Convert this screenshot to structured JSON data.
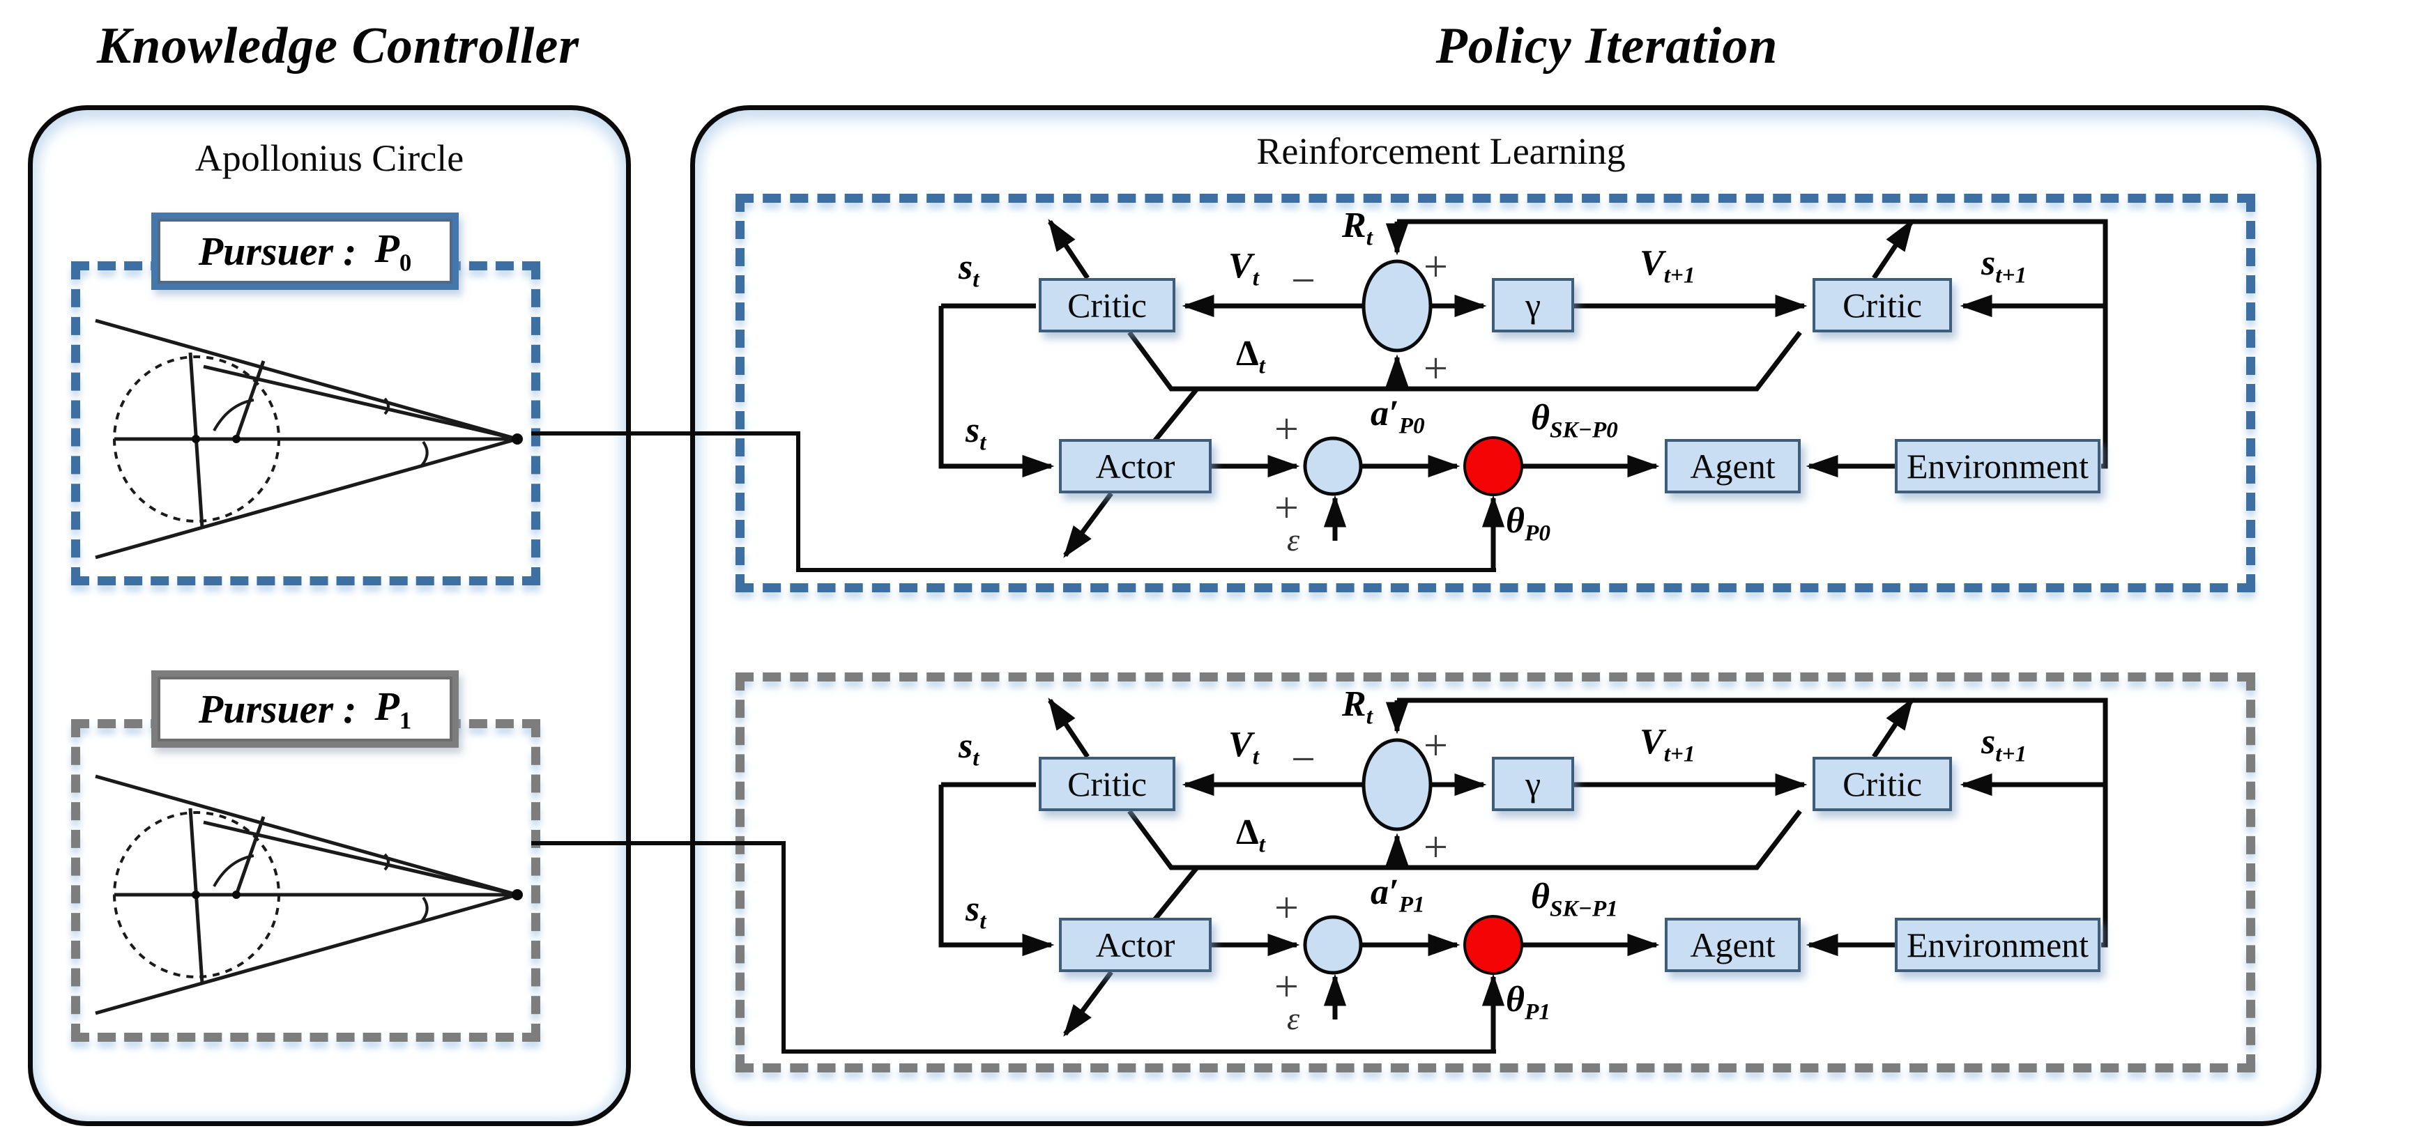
{
  "titles": {
    "left": "Knowledge Controller",
    "right": "Policy Iteration"
  },
  "glyphs": {
    "plus": "+",
    "minus": "−"
  },
  "knowledge_controller": {
    "header": "Apollonius Circle",
    "pursuers": [
      {
        "word": "Pursuer",
        "colon": ":",
        "symbol_base": "P",
        "symbol_sub": "0",
        "accent": "#4478ad"
      },
      {
        "word": "Pursuer",
        "colon": ":",
        "symbol_base": "P",
        "symbol_sub": "1",
        "accent": "#7d7d7d"
      }
    ]
  },
  "policy_iteration": {
    "header": "Reinforcement Learning",
    "diagrams": [
      {
        "accent": "#3e6fa3",
        "boxes": {
          "critic_left": "Critic",
          "gamma": "γ",
          "critic_right": "Critic",
          "actor": "Actor",
          "agent": "Agent",
          "environment": "Environment"
        },
        "labels": {
          "s_t": {
            "base": "s",
            "sub": "t"
          },
          "v_t": {
            "base": "V",
            "sub": "t"
          },
          "r_t": {
            "base": "R",
            "sub": "t"
          },
          "v_t_plus": {
            "base": "V",
            "sub": "t+1"
          },
          "s_t_plus": {
            "base": "s",
            "sub": "t+1"
          },
          "delta_t": {
            "base": "Δ",
            "sub": "t"
          },
          "action": {
            "base": "a′",
            "sub": "P0"
          },
          "theta_sk": {
            "base": "θ",
            "sub": "SK−P0"
          },
          "theta_p": {
            "base": "θ",
            "sub": "P0"
          },
          "epsilon": "ε"
        }
      },
      {
        "accent": "#7d7d7d",
        "boxes": {
          "critic_left": "Critic",
          "gamma": "γ",
          "critic_right": "Critic",
          "actor": "Actor",
          "agent": "Agent",
          "environment": "Environment"
        },
        "labels": {
          "s_t": {
            "base": "s",
            "sub": "t"
          },
          "v_t": {
            "base": "V",
            "sub": "t"
          },
          "r_t": {
            "base": "R",
            "sub": "t"
          },
          "v_t_plus": {
            "base": "V",
            "sub": "t+1"
          },
          "s_t_plus": {
            "base": "s",
            "sub": "t+1"
          },
          "delta_t": {
            "base": "Δ",
            "sub": "t"
          },
          "action": {
            "base": "a′",
            "sub": "P1"
          },
          "theta_sk": {
            "base": "θ",
            "sub": "SK−P1"
          },
          "theta_p": {
            "base": "θ",
            "sub": "P1"
          },
          "epsilon": "ε"
        }
      }
    ]
  },
  "colors": {
    "block_fill": "#c9def2",
    "block_border": "#3f5d78",
    "red_node": "#f40404",
    "blue_accent": "#3e6fa3",
    "gray_accent": "#7d7d7d",
    "label_border_blue": "#4478ad",
    "line": "#0a0a0a"
  }
}
